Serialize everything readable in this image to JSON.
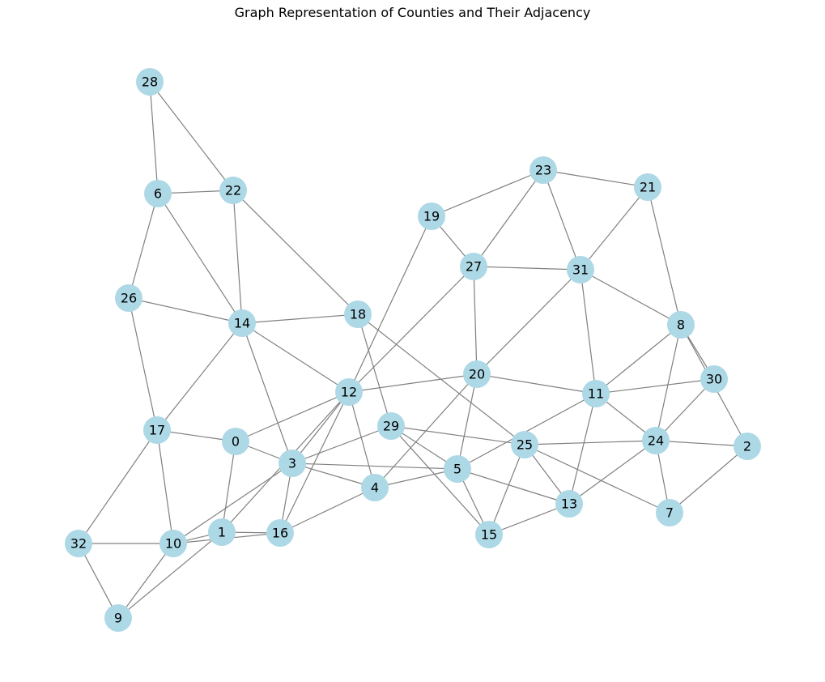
{
  "title": "Graph Representation of Counties and Their Adjacency",
  "style": {
    "node_color": "#add8e6",
    "edge_color": "#808080",
    "label_color": "#000000"
  },
  "nodes": [
    "0",
    "1",
    "2",
    "3",
    "4",
    "5",
    "6",
    "7",
    "8",
    "9",
    "10",
    "11",
    "12",
    "13",
    "14",
    "15",
    "16",
    "17",
    "18",
    "19",
    "20",
    "21",
    "22",
    "23",
    "24",
    "25",
    "26",
    "27",
    "28",
    "29",
    "30",
    "31",
    "32"
  ],
  "edges": [
    [
      "28",
      "6"
    ],
    [
      "28",
      "22"
    ],
    [
      "6",
      "22"
    ],
    [
      "6",
      "26"
    ],
    [
      "6",
      "14"
    ],
    [
      "22",
      "14"
    ],
    [
      "22",
      "18"
    ],
    [
      "26",
      "14"
    ],
    [
      "26",
      "17"
    ],
    [
      "14",
      "18"
    ],
    [
      "14",
      "12"
    ],
    [
      "14",
      "17"
    ],
    [
      "14",
      "3"
    ],
    [
      "18",
      "29"
    ],
    [
      "18",
      "25"
    ],
    [
      "17",
      "0"
    ],
    [
      "17",
      "10"
    ],
    [
      "17",
      "32"
    ],
    [
      "32",
      "10"
    ],
    [
      "32",
      "9"
    ],
    [
      "10",
      "9"
    ],
    [
      "10",
      "1"
    ],
    [
      "10",
      "16"
    ],
    [
      "10",
      "3"
    ],
    [
      "9",
      "1"
    ],
    [
      "0",
      "1"
    ],
    [
      "0",
      "12"
    ],
    [
      "0",
      "3"
    ],
    [
      "1",
      "16"
    ],
    [
      "1",
      "12"
    ],
    [
      "3",
      "16"
    ],
    [
      "3",
      "12"
    ],
    [
      "3",
      "29"
    ],
    [
      "3",
      "4"
    ],
    [
      "3",
      "5"
    ],
    [
      "12",
      "16"
    ],
    [
      "12",
      "4"
    ],
    [
      "12",
      "20"
    ],
    [
      "12",
      "19"
    ],
    [
      "12",
      "27"
    ],
    [
      "16",
      "4"
    ],
    [
      "4",
      "5"
    ],
    [
      "4",
      "20"
    ],
    [
      "29",
      "5"
    ],
    [
      "29",
      "15"
    ],
    [
      "29",
      "25"
    ],
    [
      "5",
      "20"
    ],
    [
      "5",
      "13"
    ],
    [
      "5",
      "11"
    ],
    [
      "5",
      "15"
    ],
    [
      "20",
      "27"
    ],
    [
      "20",
      "31"
    ],
    [
      "20",
      "11"
    ],
    [
      "19",
      "23"
    ],
    [
      "19",
      "27"
    ],
    [
      "27",
      "23"
    ],
    [
      "27",
      "31"
    ],
    [
      "23",
      "21"
    ],
    [
      "23",
      "31"
    ],
    [
      "21",
      "31"
    ],
    [
      "21",
      "8"
    ],
    [
      "31",
      "8"
    ],
    [
      "31",
      "11"
    ],
    [
      "8",
      "11"
    ],
    [
      "8",
      "30"
    ],
    [
      "8",
      "24"
    ],
    [
      "8",
      "2"
    ],
    [
      "11",
      "30"
    ],
    [
      "11",
      "24"
    ],
    [
      "11",
      "13"
    ],
    [
      "30",
      "24"
    ],
    [
      "24",
      "25"
    ],
    [
      "24",
      "2"
    ],
    [
      "24",
      "7"
    ],
    [
      "24",
      "13"
    ],
    [
      "2",
      "7"
    ],
    [
      "25",
      "13"
    ],
    [
      "25",
      "7"
    ],
    [
      "25",
      "15"
    ],
    [
      "13",
      "15"
    ]
  ]
}
